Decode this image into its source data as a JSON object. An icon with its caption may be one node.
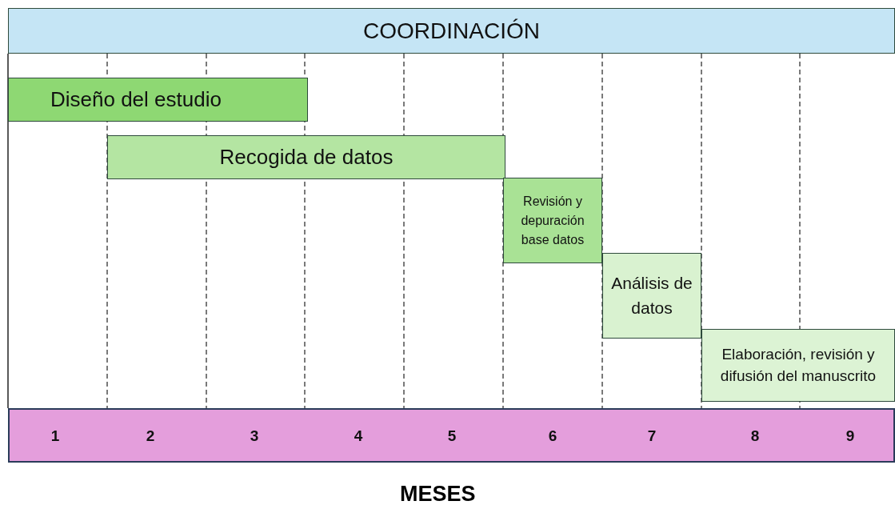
{
  "diagram": {
    "nodes": [
      {
        "text": [
          "COORDINACIÓN"
        ]
      },
      {
        "text": [
          "Diseño del estudio"
        ]
      },
      {
        "text": [
          "Recogida de datos"
        ]
      },
      {
        "text": [
          "Revisión y depuración base datos"
        ]
      },
      {
        "text": [
          "Análisis de datos"
        ]
      },
      {
        "text": [
          "Elaboración, revisión y difusión del manuscrito"
        ]
      },
      {
        "text": [
          "1",
          "2",
          "3",
          "4",
          "5",
          "6",
          "7",
          "8",
          "9"
        ]
      }
    ],
    "labels": [
      "MESES"
    ]
  }
}
